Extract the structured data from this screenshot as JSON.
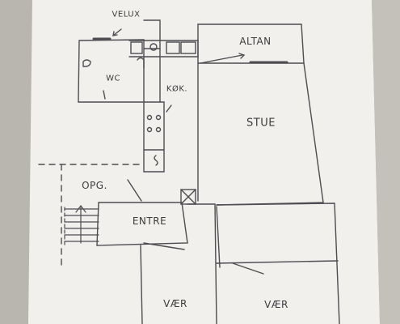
{
  "plan": {
    "labels": {
      "velux": "VELUX",
      "altan": "ALTAN",
      "wc": "WC",
      "kok": "KØK.",
      "stue": "STUE",
      "opg": "OPG.",
      "entre": "ENTRE",
      "vaer_left": "VÆR",
      "vaer_right": "VÆR"
    }
  },
  "colors": {
    "paper": "#f2f1ee",
    "ink": "#4a4a4e",
    "background": "#b9b6b0"
  }
}
